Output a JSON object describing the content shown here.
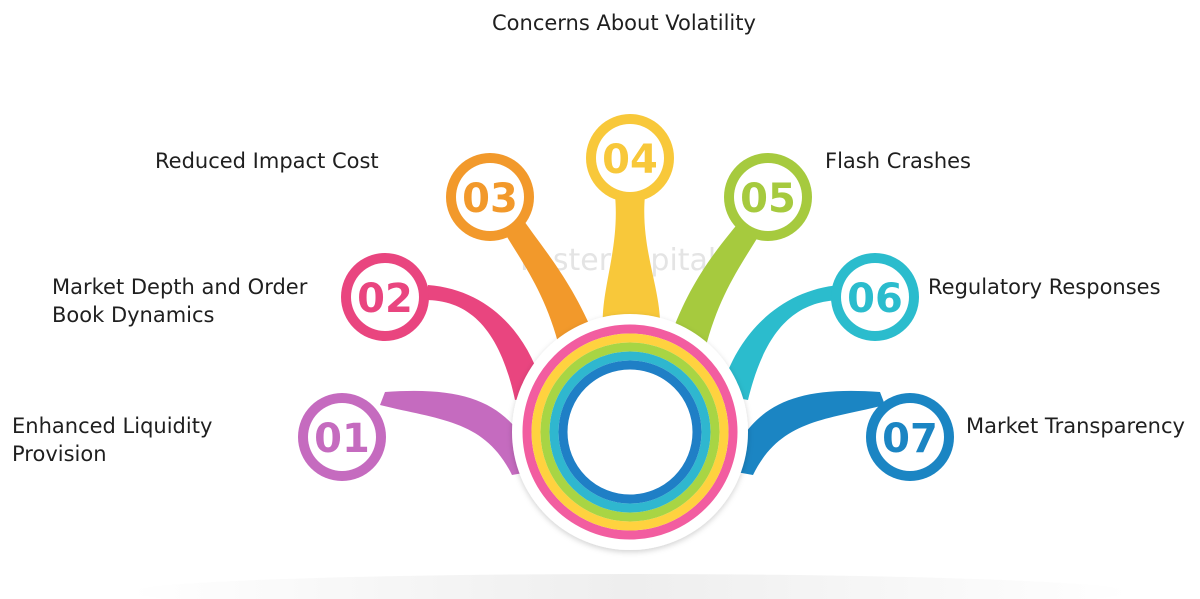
{
  "title": "Concerns About Volatility",
  "watermark": "FasterCapital",
  "center_colors": [
    "#f25da0",
    "#ffd23f",
    "#a8d544",
    "#2fb7cf",
    "#1f7fc6"
  ],
  "items": [
    {
      "number": "01",
      "label": "Enhanced Liquidity\nProvision",
      "color": "#c56bbf"
    },
    {
      "number": "02",
      "label": "Market Depth and Order\nBook Dynamics",
      "color": "#e9457f"
    },
    {
      "number": "03",
      "label": "Reduced Impact Cost",
      "color": "#f2992b"
    },
    {
      "number": "04",
      "label": "",
      "color": "#f8c83a"
    },
    {
      "number": "05",
      "label": "Flash Crashes",
      "color": "#a6ca3e"
    },
    {
      "number": "06",
      "label": "Regulatory Responses",
      "color": "#2bbccd"
    },
    {
      "number": "07",
      "label": "Market Transparency",
      "color": "#1b85c3"
    }
  ]
}
